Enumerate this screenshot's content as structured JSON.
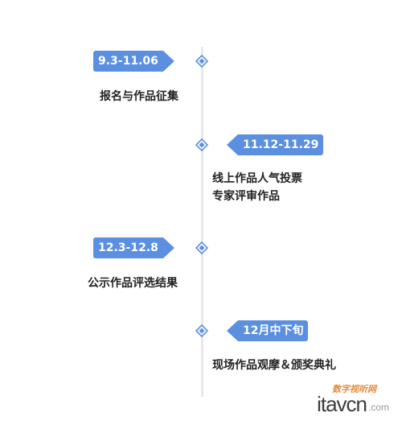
{
  "colors": {
    "tag_bg": "#5b8fe0",
    "axis": "#e6e8ec",
    "node": "#5b8fe0",
    "text": "#222222",
    "watermark_brand": "#3c3c3c",
    "watermark_cn": "#e58a3a"
  },
  "events": [
    {
      "date": "9.3-11.06",
      "tag_side": "left",
      "lines": [
        "报名与作品征集"
      ]
    },
    {
      "date": "11.12-11.29",
      "tag_side": "right",
      "lines": [
        "线上作品人气投票",
        "专家评审作品"
      ]
    },
    {
      "date": "12.3-12.8",
      "tag_side": "left",
      "lines": [
        "公示作品评选结果"
      ]
    },
    {
      "date": "12月中下旬",
      "tag_side": "right",
      "lines": [
        "现场作品观摩＆颁奖典礼"
      ]
    }
  ],
  "watermark": {
    "chinese": "数字视听网",
    "brand": "itavcn",
    "suffix": ".com"
  }
}
